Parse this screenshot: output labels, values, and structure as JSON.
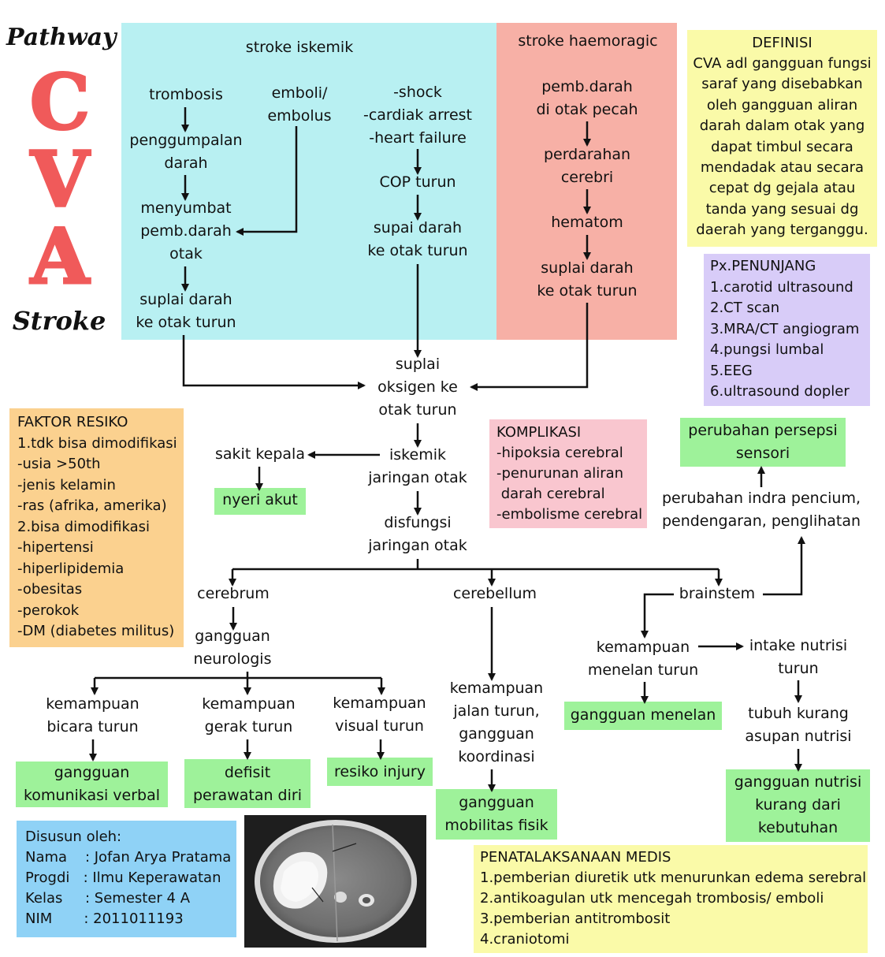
{
  "title": {
    "top": "Pathway",
    "letters": [
      "C",
      "V",
      "A"
    ],
    "bottom": "Stroke"
  },
  "iskemik": {
    "header": "stroke iskemik",
    "col1": [
      "trombosis",
      "penggumpalan\ndarah",
      "menyumbat\npemb.darah\notak",
      "suplai darah\nke otak turun"
    ],
    "col2": "emboli/\nembolus",
    "col3": [
      "-shock\n-cardiak arrest\n-heart failure",
      "COP turun",
      "supai darah\nke otak turun"
    ]
  },
  "haemoragic": {
    "header": "stroke haemoragic",
    "steps": [
      "pemb.darah\ndi otak pecah",
      "perdarahan\ncerebri",
      "hematom",
      "suplai darah\nke otak turun"
    ]
  },
  "definisi": {
    "heading": "DEFINISI",
    "body": "CVA adl gangguan fungsi\nsaraf yang disebabkan\noleh gangguan aliran\ndarah dalam otak yang\ndapat timbul secara\nmendadak atau secara\ncepat dg gejala atau\ntanda yang sesuai dg\ndaerah yang terganggu."
  },
  "penunjang": {
    "heading": "Px.PENUNJANG",
    "items": [
      "1.carotid ultrasound",
      "2.CT scan",
      "3.MRA/CT angiogram",
      "4.pungsi lumbal",
      "5.EEG",
      "6.ultrasound dopler"
    ]
  },
  "faktor": {
    "heading": "FAKTOR RESIKO",
    "items": [
      "1.tdk bisa dimodifikasi",
      "-usia >50th",
      "-jenis kelamin",
      "-ras (afrika, amerika)",
      "2.bisa dimodifikasi",
      "-hipertensi",
      "-hiperlipidemia",
      "-obesitas",
      "-perokok",
      "-DM (diabetes militus)"
    ]
  },
  "komplikasi": {
    "heading": "KOMPLIKASI",
    "items": [
      "-hipoksia cerebral",
      "-penurunan aliran",
      " darah cerebral",
      "-embolisme cerebral"
    ]
  },
  "center": {
    "oksigen": "suplai\noksigen ke\notak turun",
    "iskemik": "iskemik\njaringan otak",
    "disfungsi": "disfungsi\njaringan otak",
    "sakit": "sakit kepala",
    "nyeri": "nyeri akut"
  },
  "branches": {
    "cerebrum": "cerebrum",
    "cerebellum": "cerebellum",
    "brainstem": "brainstem"
  },
  "cerebrum": {
    "gangguan": "gangguan\nneurologis",
    "bicara": "kemampuan\nbicara turun",
    "gerak": "kemampuan\ngerak turun",
    "visual": "kemampuan\nvisual turun",
    "komunikasi": "gangguan\nkomunikasi verbal",
    "defisit": "defisit\nperawatan diri",
    "injury": "resiko injury"
  },
  "cerebellum": {
    "jalan": "kemampuan\njalan turun,\ngangguan\nkoordinasi",
    "mobilitas": "gangguan\nmobilitas fisik"
  },
  "brainstem": {
    "menelan": "kemampuan\nmenelan turun",
    "intake": "intake nutrisi\nturun",
    "gangguan_menelan": "gangguan menelan",
    "tubuh": "tubuh kurang\nasupan nutrisi",
    "nutrisi": "gangguan nutrisi\nkurang dari\nkebutuhan",
    "indra": "perubahan indra pencium,\npendengaran, penglihatan",
    "persepsi": "perubahan persepsi\nsensori"
  },
  "author": {
    "heading": "Disusun oleh:",
    "rows": [
      "Nama    : Jofan Arya Pratama",
      "Progdi   : Ilmu Keperawatan",
      "Kelas     : Semester 4 A",
      "NIM       : 2011011193"
    ]
  },
  "penatalaksanaan": {
    "heading": "PENATALAKSANAAN MEDIS",
    "items": [
      "1.pemberian diuretik utk menurunkan edema serebral",
      "2.antikoagulan utk mencegah trombosis/ emboli",
      "3.pemberian antitrombosit",
      "4.craniotomi"
    ]
  }
}
